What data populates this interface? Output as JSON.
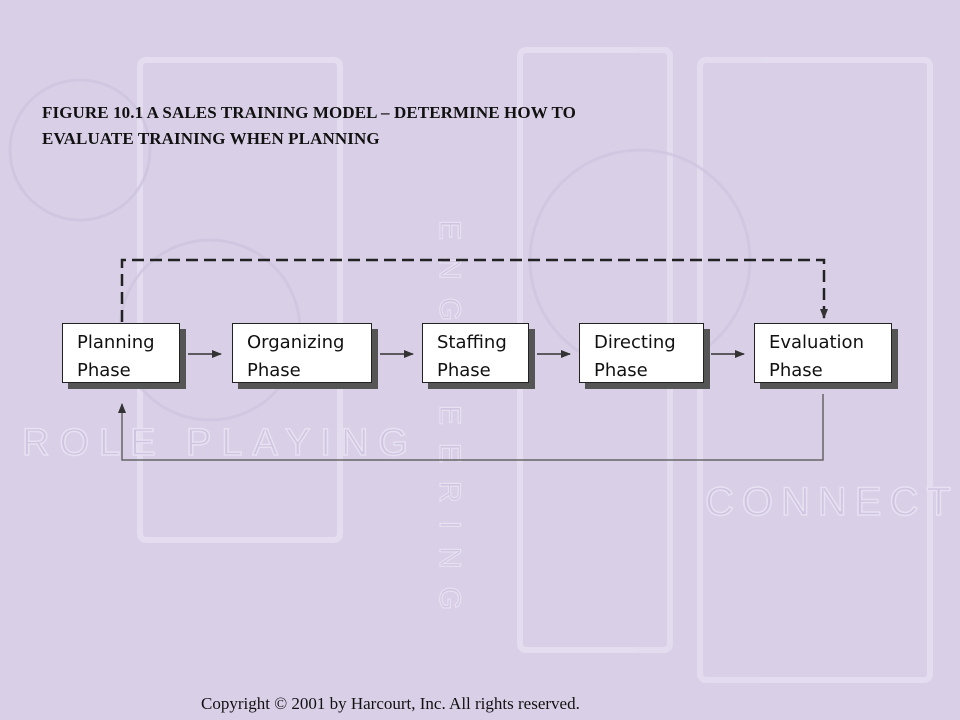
{
  "title": {
    "line1": "FIGURE 10.1 A SALES TRAINING MODEL – DETERMINE HOW TO",
    "line2": "EVALUATE TRAINING WHEN PLANNING"
  },
  "phases": [
    {
      "line1": "Planning",
      "line2": "Phase"
    },
    {
      "line1": "Organizing",
      "line2": "Phase"
    },
    {
      "line1": "Staffing",
      "line2": "Phase"
    },
    {
      "line1": "Directing",
      "line2": "Phase"
    },
    {
      "line1": "Evaluation",
      "line2": "Phase"
    }
  ],
  "background_words": {
    "left": "ROLE PLAYING",
    "middle": "ENGINEERING",
    "right": "CONNECTING"
  },
  "copyright": "Copyright © 2001 by Harcourt, Inc.  All rights reserved.",
  "colors": {
    "background": "#d9d0e8",
    "box_fill": "#ffffff",
    "box_shadow": "#555555",
    "line": "#333333"
  }
}
